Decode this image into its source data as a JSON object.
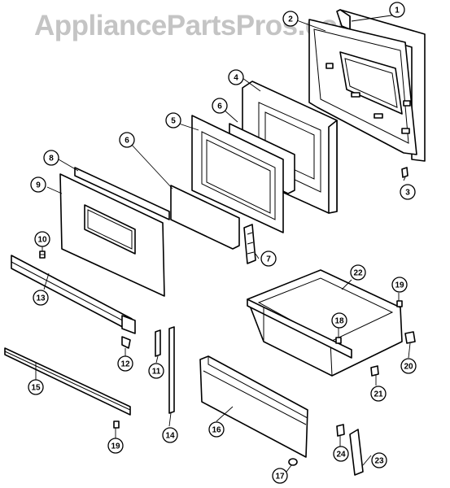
{
  "watermark": "AppliancePartsPros.com",
  "parts": [
    {
      "id": "part-1",
      "label": "1"
    },
    {
      "id": "part-2",
      "label": "2"
    },
    {
      "id": "part-3",
      "label": "3"
    },
    {
      "id": "part-4",
      "label": "4"
    },
    {
      "id": "part-5",
      "label": "5"
    },
    {
      "id": "part-6a",
      "label": "6"
    },
    {
      "id": "part-6b",
      "label": "6"
    },
    {
      "id": "part-7",
      "label": "7"
    },
    {
      "id": "part-8",
      "label": "8"
    },
    {
      "id": "part-9",
      "label": "9"
    },
    {
      "id": "part-10",
      "label": "10"
    },
    {
      "id": "part-11",
      "label": "11"
    },
    {
      "id": "part-12",
      "label": "12"
    },
    {
      "id": "part-13",
      "label": "13"
    },
    {
      "id": "part-14",
      "label": "14"
    },
    {
      "id": "part-15",
      "label": "15"
    },
    {
      "id": "part-16",
      "label": "16"
    },
    {
      "id": "part-17",
      "label": "17"
    },
    {
      "id": "part-18",
      "label": "18"
    },
    {
      "id": "part-19a",
      "label": "19"
    },
    {
      "id": "part-19b",
      "label": "19"
    },
    {
      "id": "part-20",
      "label": "20"
    },
    {
      "id": "part-21",
      "label": "21"
    },
    {
      "id": "part-22",
      "label": "22"
    },
    {
      "id": "part-23",
      "label": "23"
    },
    {
      "id": "part-24",
      "label": "24"
    }
  ]
}
